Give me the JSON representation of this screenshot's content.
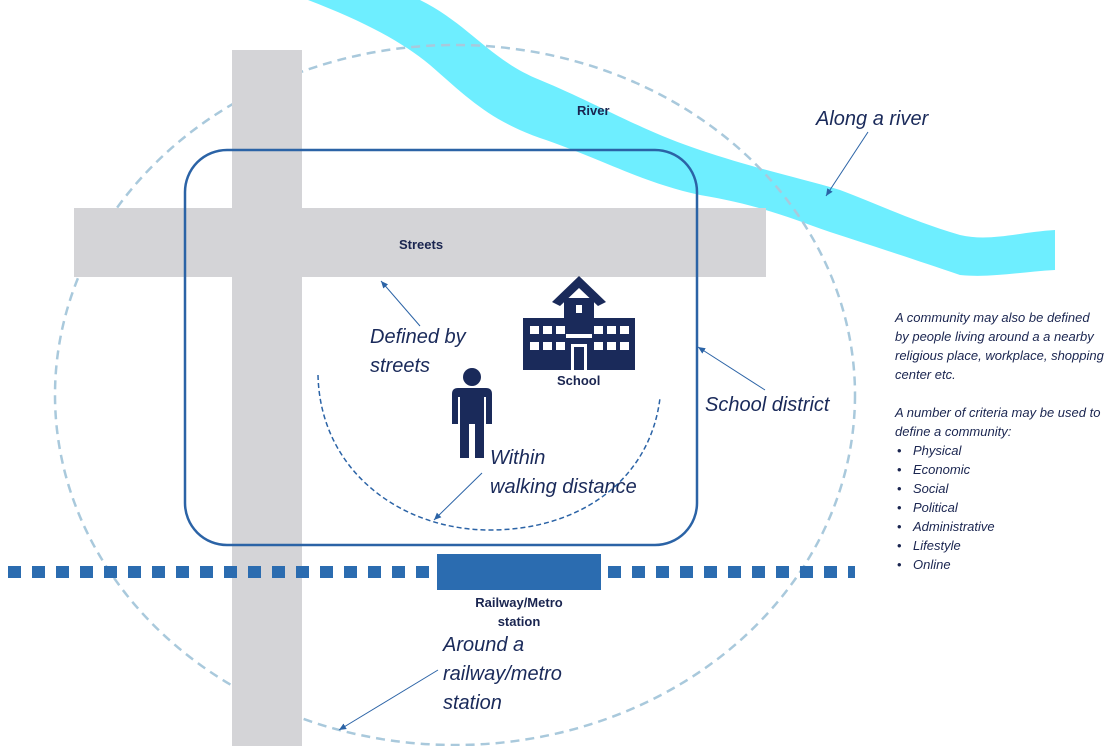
{
  "labels": {
    "river": "River",
    "streets": "Streets",
    "school": "School",
    "station": "Railway/Metro\nstation"
  },
  "annotations": {
    "along_river": "Along a river",
    "defined_by_streets": "Defined by\nstreets",
    "school_district": "School district",
    "walking_distance": "Within\nwalking distance",
    "around_station": "Around a\nrailway/metro\nstation"
  },
  "side_note": {
    "paragraph1": "A community may also be defined by people living around a a nearby religious place, workplace, shopping center etc.",
    "paragraph2": "A number of criteria may be used to define a community:",
    "criteria": [
      "Physical",
      "Economic",
      "Social",
      "Political",
      "Administrative",
      "Lifestyle",
      "Online"
    ]
  },
  "icons": [
    "school-building-icon",
    "person-icon"
  ],
  "colors": {
    "river": "#6eeeff",
    "streets": "#d4d4d7",
    "district_border": "#2b63a6",
    "outer_circle": "#a9c9dc",
    "railway": "#2b6cb0",
    "icon_navy": "#1a2a5a",
    "text": "#1a2550"
  }
}
